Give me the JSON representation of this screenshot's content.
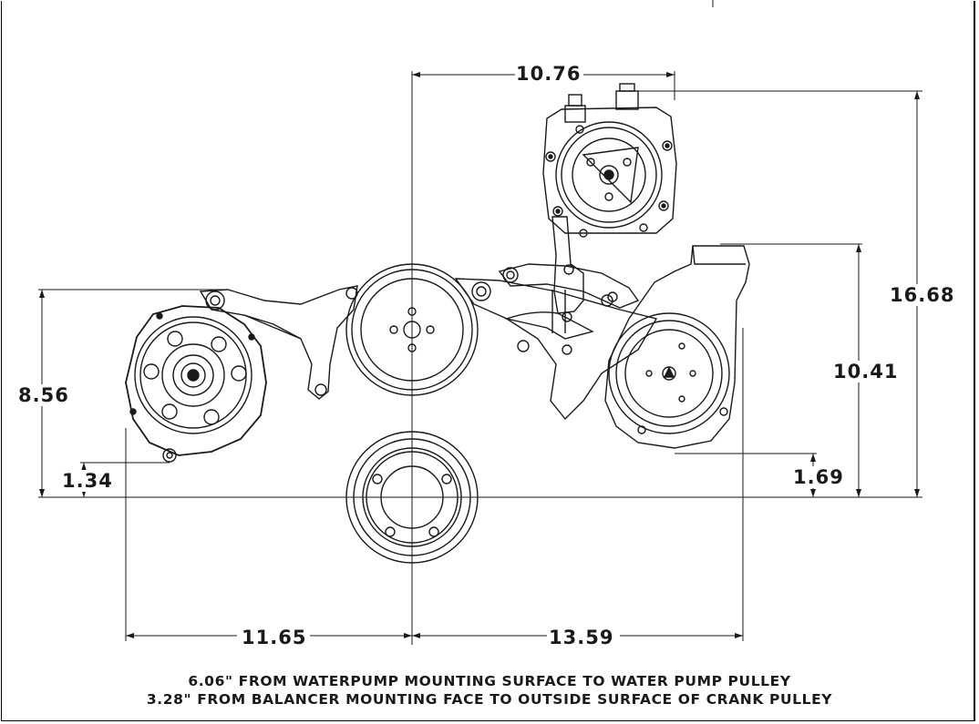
{
  "dimensions": {
    "top_width": "10.76",
    "overall_height": "16.68",
    "pump_height": "10.41",
    "left_height": "8.56",
    "left_offset": "1.34",
    "right_offset": "1.69",
    "left_width": "11.65",
    "right_width": "13.59"
  },
  "notes": {
    "line1": "6.06\" FROM WATERPUMP MOUNTING SURFACE TO WATER PUMP PULLEY",
    "line2": "3.28\" FROM BALANCER MOUNTING FACE TO OUTSIDE SURFACE OF CRANK PULLEY"
  },
  "colors": {
    "line": "#1a1a1a",
    "background": "#ffffff"
  }
}
